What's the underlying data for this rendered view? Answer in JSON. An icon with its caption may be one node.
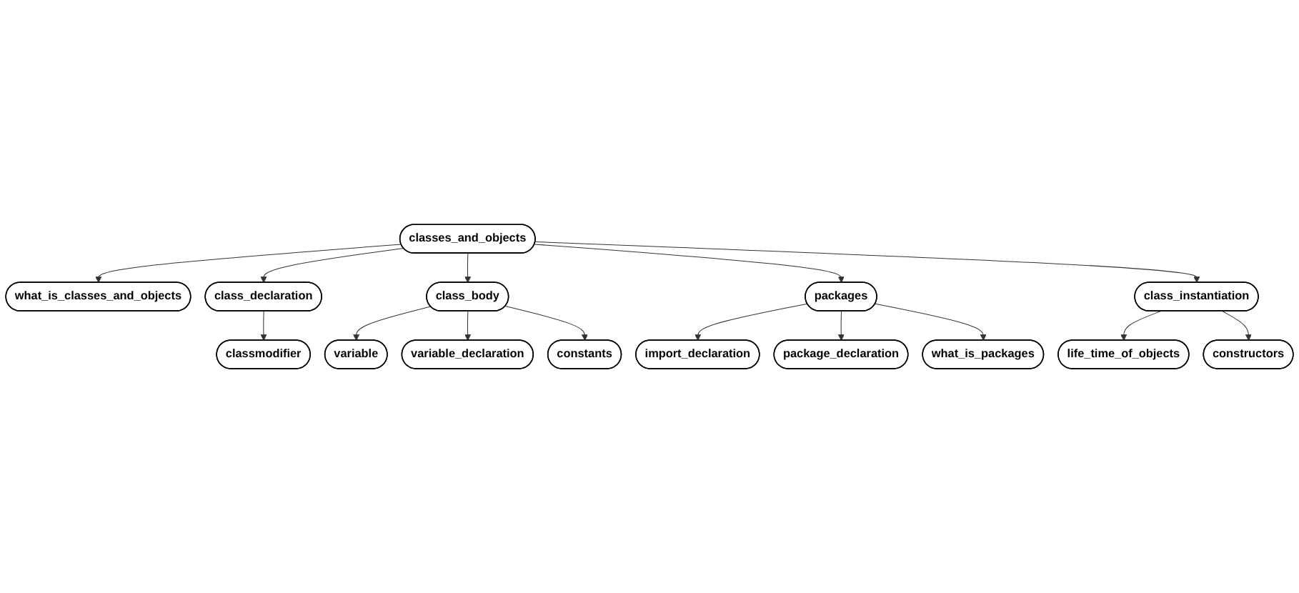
{
  "diagram": {
    "nodes": [
      {
        "text": [
          "classes_and_objects"
        ]
      },
      {
        "text": [
          "what_is_classes_and_objects"
        ]
      },
      {
        "text": [
          "class_declaration"
        ]
      },
      {
        "text": [
          "classmodifier"
        ]
      },
      {
        "text": [
          "class_body"
        ]
      },
      {
        "text": [
          "packages"
        ]
      },
      {
        "text": [
          "class_instantiation"
        ]
      },
      {
        "text": [
          "variable"
        ]
      },
      {
        "text": [
          "constants"
        ]
      },
      {
        "text": [
          "variable_declaration"
        ]
      },
      {
        "text": [
          "what_is_packages"
        ]
      },
      {
        "text": [
          "package_declaration"
        ]
      },
      {
        "text": [
          "import_declaration"
        ]
      },
      {
        "text": [
          "constructors"
        ]
      },
      {
        "text": [
          "life_time_of_objects"
        ]
      }
    ],
    "edges": [
      {
        "from": 0,
        "to": 1,
        "arrow": "to"
      },
      {
        "from": 0,
        "to": 2,
        "arrow": "to"
      },
      {
        "from": 2,
        "to": 3,
        "arrow": "to"
      },
      {
        "from": 0,
        "to": 4,
        "arrow": "to"
      },
      {
        "from": 0,
        "to": 5,
        "arrow": "to"
      },
      {
        "from": 0,
        "to": 6,
        "arrow": "to"
      },
      {
        "from": 4,
        "to": 7,
        "arrow": "to"
      },
      {
        "from": 4,
        "to": 9,
        "arrow": "to"
      },
      {
        "from": 4,
        "to": 8,
        "arrow": "to"
      },
      {
        "from": 5,
        "to": 12,
        "arrow": "to"
      },
      {
        "from": 5,
        "to": 11,
        "arrow": "to"
      },
      {
        "from": 5,
        "to": 10,
        "arrow": "to"
      },
      {
        "from": 6,
        "to": 14,
        "arrow": "to"
      },
      {
        "from": 6,
        "to": 13,
        "arrow": "to"
      }
    ]
  }
}
